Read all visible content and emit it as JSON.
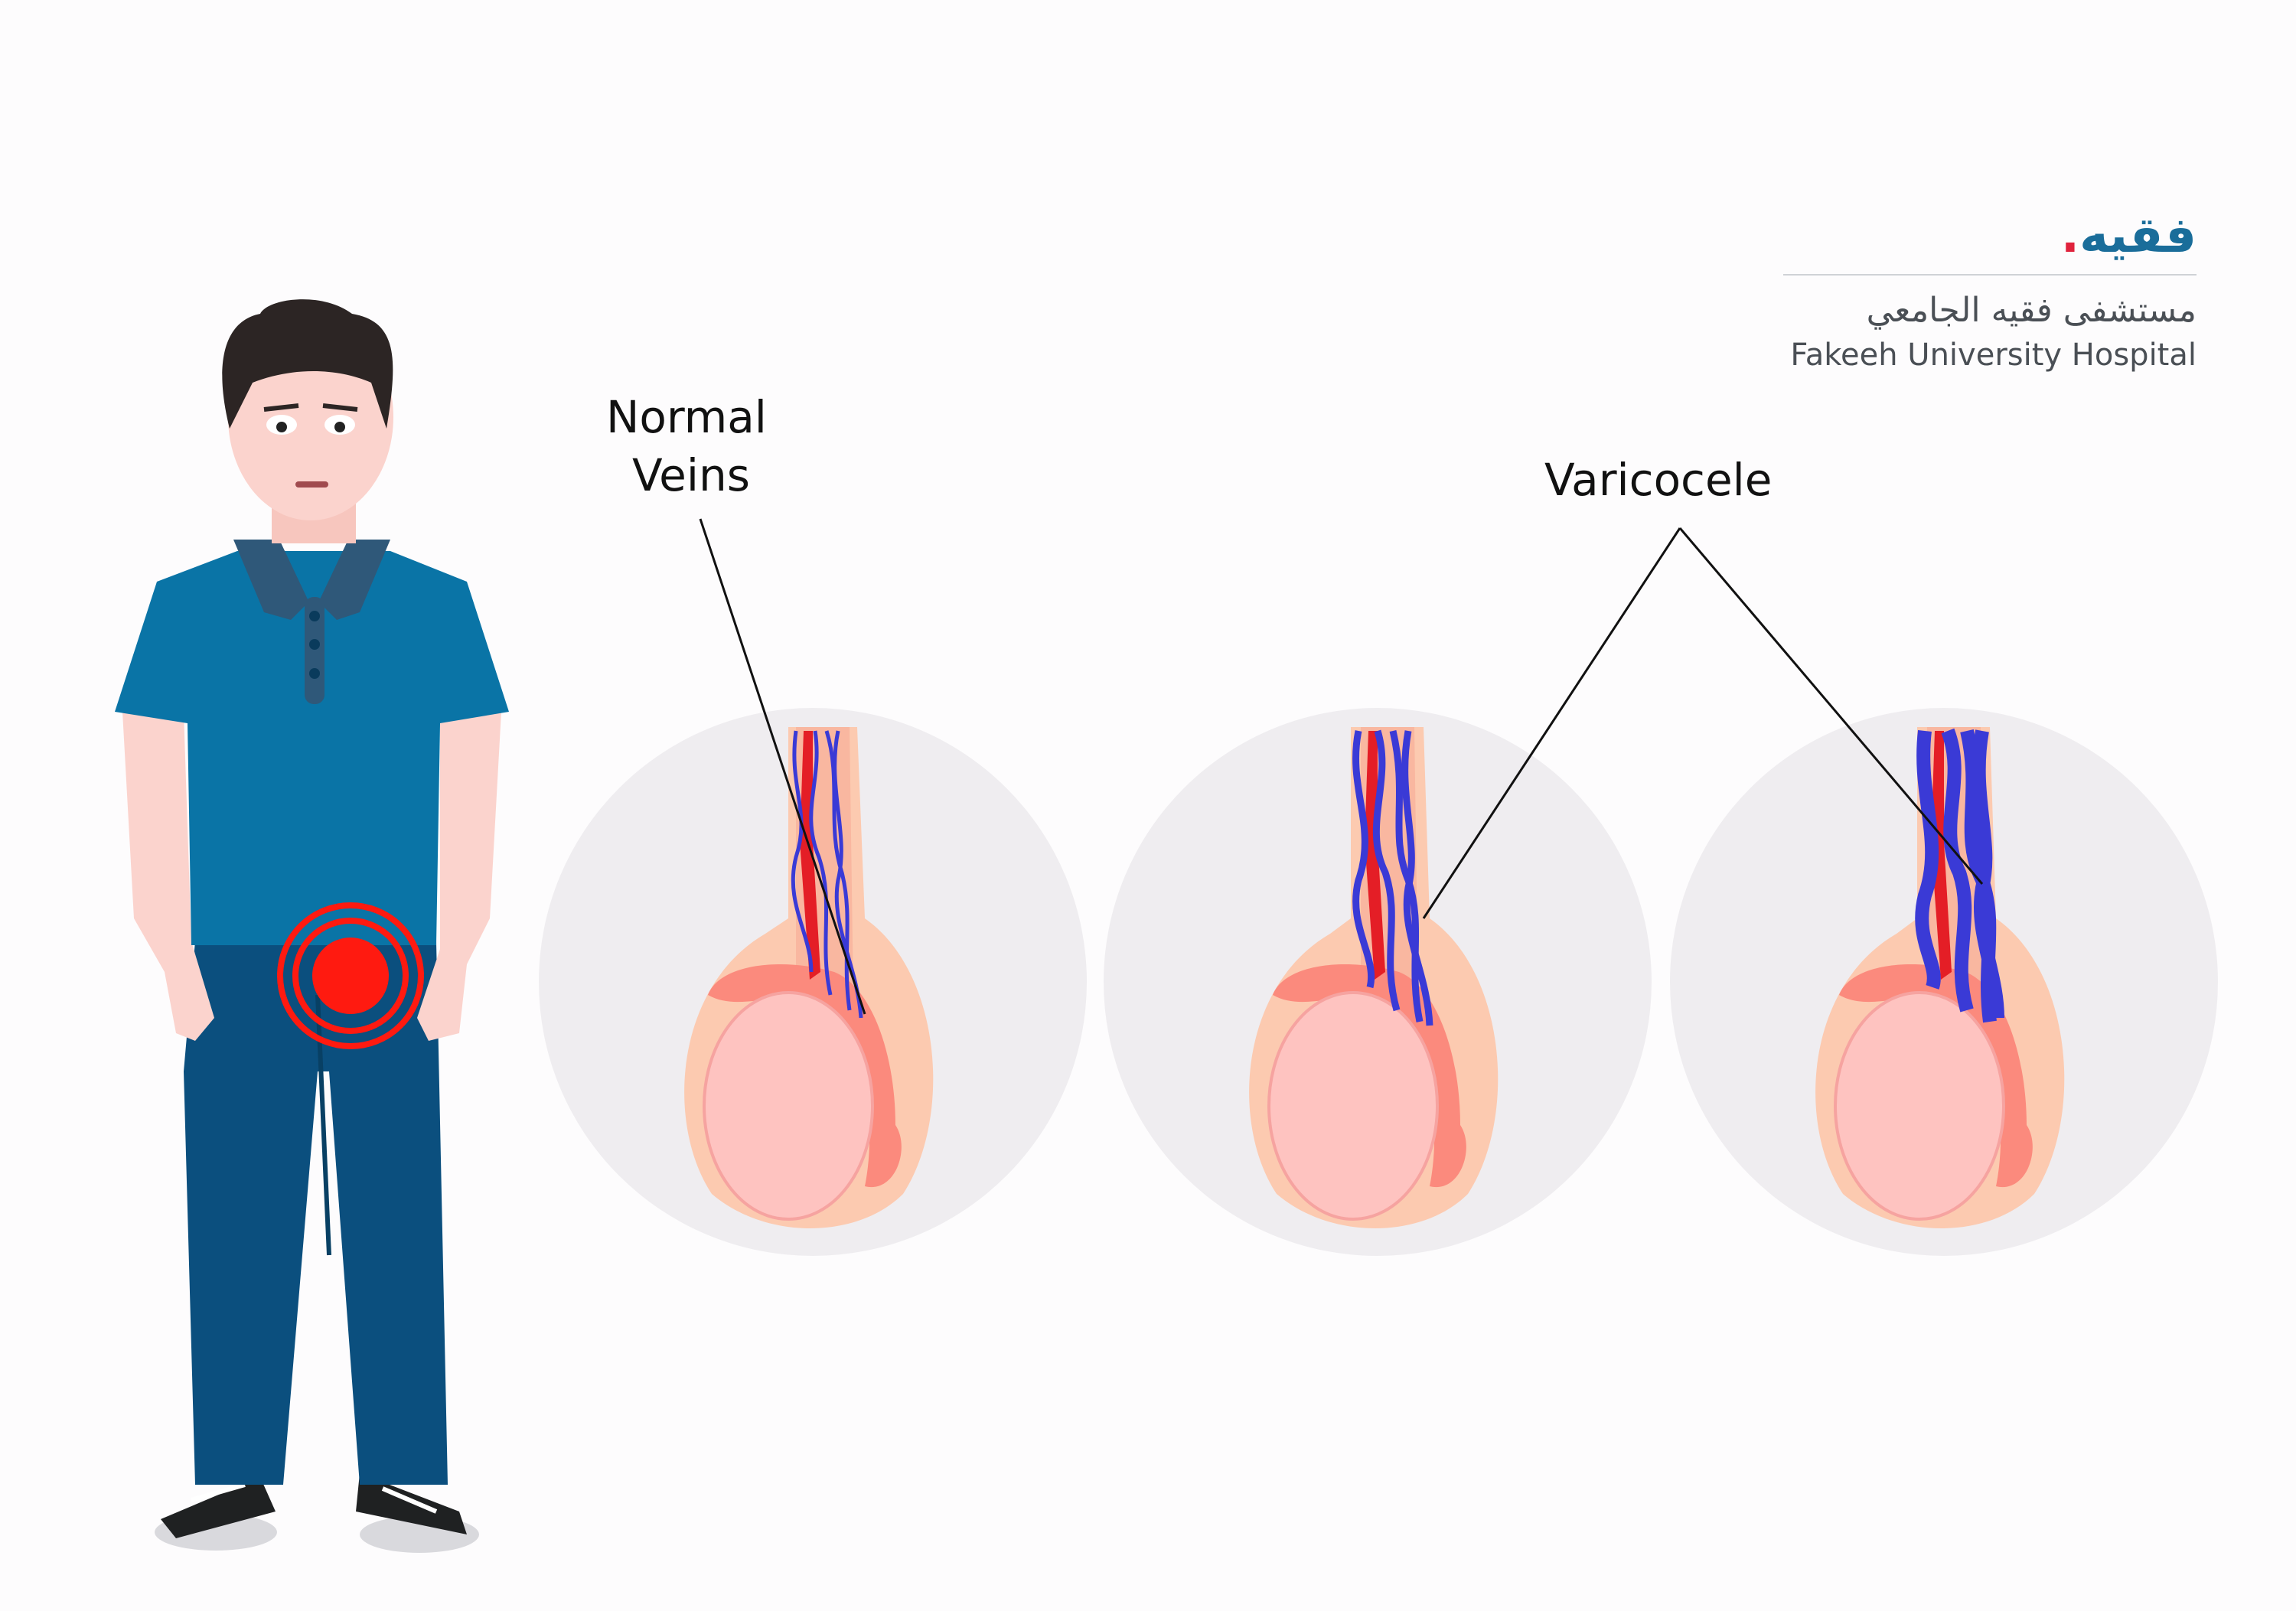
{
  "labels": {
    "normal_line1": "Normal",
    "normal_line2": "Veins",
    "varicocele": "Varicocele"
  },
  "logo": {
    "mark": "فقيه",
    "dot": ".",
    "arabic_name": "مستشفى فقيه الجامعي",
    "english_name": "Fakeeh University Hospital"
  },
  "colors": {
    "brand_blue": "#1a6d9a",
    "brand_red": "#e0223c",
    "vein_blue": "#3a3ad6",
    "artery_red": "#e41e26",
    "pain_red": "#ff1a10",
    "shirt": "#0a74a6",
    "pants": "#0b4f7e",
    "skin": "#fbd3cd"
  },
  "icons": {
    "pain_marker": "pain-target-icon"
  }
}
